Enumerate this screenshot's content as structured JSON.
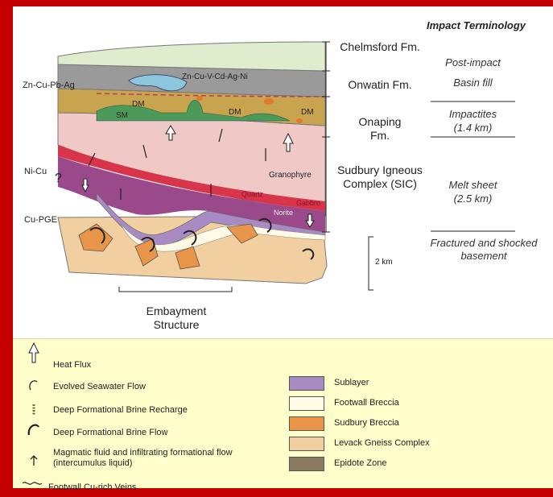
{
  "header": {
    "impact_title": "Impact Terminology"
  },
  "left_labels": {
    "zn_cu_pb_ag": "Zn-Cu-Pb-Ag",
    "ni_cu": "Ni-Cu",
    "question": "?",
    "cu_pge": "Cu-PGE"
  },
  "inner_labels": {
    "zn_cu_v": "Zn-Cu-V-Cd-Ag-Ni",
    "dm1": "DM",
    "dm2": "DM",
    "dm3": "DM",
    "sm": "SM",
    "granophyre": "Granophyre",
    "quartz": "Quartz",
    "gabbro": "Gabbro",
    "norite": "Norite"
  },
  "formations": {
    "chelmsford": "Chelmsford Fm.",
    "onwatin": "Onwatin Fm.",
    "onaping": "Onaping Fm.",
    "sic": "Sudbury Igneous Complex (SIC)"
  },
  "impact_terms": {
    "post_impact": "Post-impact",
    "basin_fill": "Basin fill",
    "impactites": "Impactites",
    "impactites_thickness": "(1.4 km)",
    "melt_sheet": "Melt sheet",
    "melt_thickness": "(2.5 km)",
    "basement": "Fractured and shocked basement"
  },
  "scale": {
    "label": "2 km"
  },
  "embayment": {
    "label": "Embayment Structure"
  },
  "legend": {
    "symbols": [
      {
        "icon": "heat-flux-icon",
        "label": "Heat Flux"
      },
      {
        "icon": "evolved-seawater-flow-icon",
        "label": "Evolved Seawater Flow"
      },
      {
        "icon": "brine-recharge-icon",
        "label": "Deep Formational Brine Recharge"
      },
      {
        "icon": "brine-flow-icon",
        "label": "Deep Formational Brine Flow"
      },
      {
        "icon": "magmatic-fluid-icon",
        "label": "Magmatic fluid and infiltrating formational flow (intercumulus liquid)"
      },
      {
        "icon": "footwall-veins-icon",
        "label": "Footwall Cu-rich Veins"
      }
    ],
    "units": [
      {
        "label": "Sublayer",
        "color": "#a98bc4"
      },
      {
        "label": "Footwall Breccia",
        "color": "#fffbe6"
      },
      {
        "label": "Sudbury Breccia",
        "color": "#e8954a"
      },
      {
        "label": "Levack Gneiss Complex",
        "color": "#f2cfa0"
      },
      {
        "label": "Epidote Zone",
        "color": "#8c7a62"
      }
    ]
  },
  "colors": {
    "frame": "#c40000",
    "chelmsford": "#dfeccd",
    "onwatin": "#9a9a9a",
    "onaping": "#c9a44e",
    "green_sm": "#4b9a5a",
    "sic_pink": "#f0c8c6",
    "norite": "#9a4a8a",
    "gabbro_red": "#d8354a",
    "lens_blue": "#8ec6e0"
  }
}
